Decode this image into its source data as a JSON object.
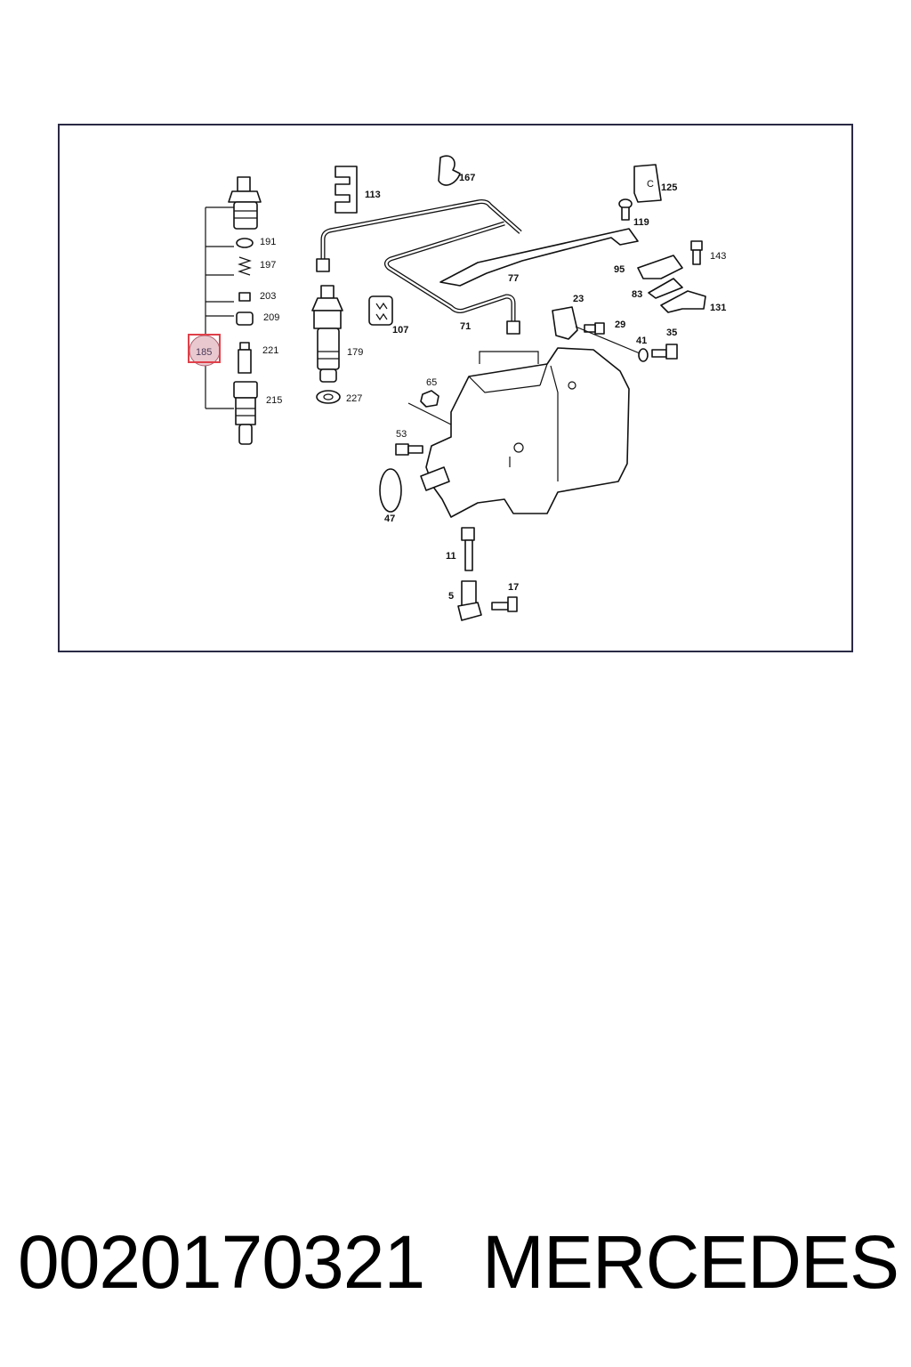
{
  "diagram": {
    "highlight_color": "#e0404a",
    "labels": {
      "p191": "191",
      "p197": "197",
      "p203": "203",
      "p209": "209",
      "p185": "185",
      "p221": "221",
      "p215": "215",
      "p179": "179",
      "p227": "227",
      "p113": "113",
      "p167": "167",
      "p107": "107",
      "p71": "71",
      "p77": "77",
      "p125": "125",
      "p119": "119",
      "p143": "143",
      "p95": "95",
      "p83": "83",
      "p131": "131",
      "p23": "23",
      "p29": "29",
      "p41": "41",
      "p35": "35",
      "p65": "65",
      "p53": "53",
      "p47": "47",
      "p11": "11",
      "p5": "5",
      "p17": "17",
      "bracket_c": "C"
    }
  },
  "caption": {
    "part_number": "0020170321",
    "brand": "MERCEDES"
  }
}
